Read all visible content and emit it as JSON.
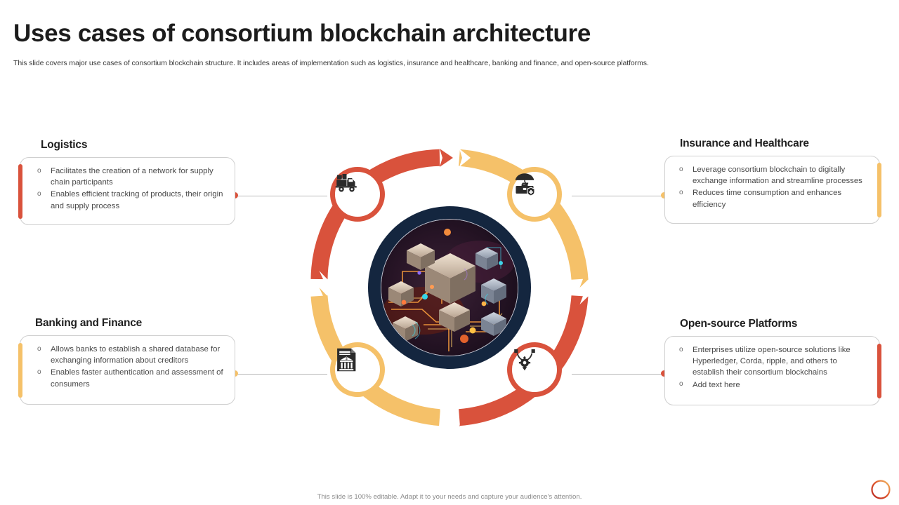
{
  "slide": {
    "title": "Uses cases of consortium blockchain architecture",
    "subtitle": "This slide covers major use cases of consortium blockchain structure. It includes areas of implementation  such as logistics, insurance and healthcare, banking and finance, and open-source platforms.",
    "footer_note": "This slide is 100% editable. Adapt it to your needs and capture your audience's attention."
  },
  "colors": {
    "red": "#d9523c",
    "yellow": "#f5c169",
    "navy": "#14263f",
    "line": "#b9b9b9",
    "card_border": "#cfcfcf",
    "text": "#4a4a4a",
    "heading": "#1f1f1f"
  },
  "cards": {
    "logistics": {
      "heading": "Logistics",
      "accent_color": "#d9523c",
      "bullets": [
        "Facilitates the creation of a network for supply chain participants",
        "Enables efficient tracking of products, their origin and supply process"
      ]
    },
    "insurance": {
      "heading": "Insurance and Healthcare",
      "accent_color": "#f5c169",
      "bullets": [
        "Leverage  consortium blockchain to digitally exchange information and streamline processes",
        "Reduces time consumption and enhances efficiency"
      ]
    },
    "banking": {
      "heading": "Banking and Finance",
      "accent_color": "#f5c169",
      "bullets": [
        "Allows banks to establish a shared database for exchanging information about creditors",
        "Enables faster authentication and assessment of consumers"
      ]
    },
    "opensource": {
      "heading": "Open-source Platforms",
      "accent_color": "#d9523c",
      "bullets": [
        "Enterprises utilize open-source  solutions like Hyperledger,  Corda,  ripple, and others to establish their consortium blockchains",
        "Add text here"
      ]
    }
  },
  "diagram": {
    "nodes": [
      {
        "id": "logistics",
        "icon": "delivery-truck-icon",
        "color": "#d9523c"
      },
      {
        "id": "insurance",
        "icon": "umbrella-briefcase-health-icon",
        "color": "#f5c169"
      },
      {
        "id": "banking",
        "icon": "bank-document-icon",
        "color": "#f5c169"
      },
      {
        "id": "opensource",
        "icon": "gear-fork-branch-icon",
        "color": "#d9523c"
      }
    ],
    "arcs": [
      {
        "id": "arc-top-left",
        "color": "#d9523c"
      },
      {
        "id": "arc-top-right",
        "color": "#f5c169"
      },
      {
        "id": "arc-bottom-right",
        "color": "#d9523c"
      },
      {
        "id": "arc-bottom-left",
        "color": "#f5c169"
      }
    ],
    "center_image": "blockchain-isometric-network-image"
  }
}
